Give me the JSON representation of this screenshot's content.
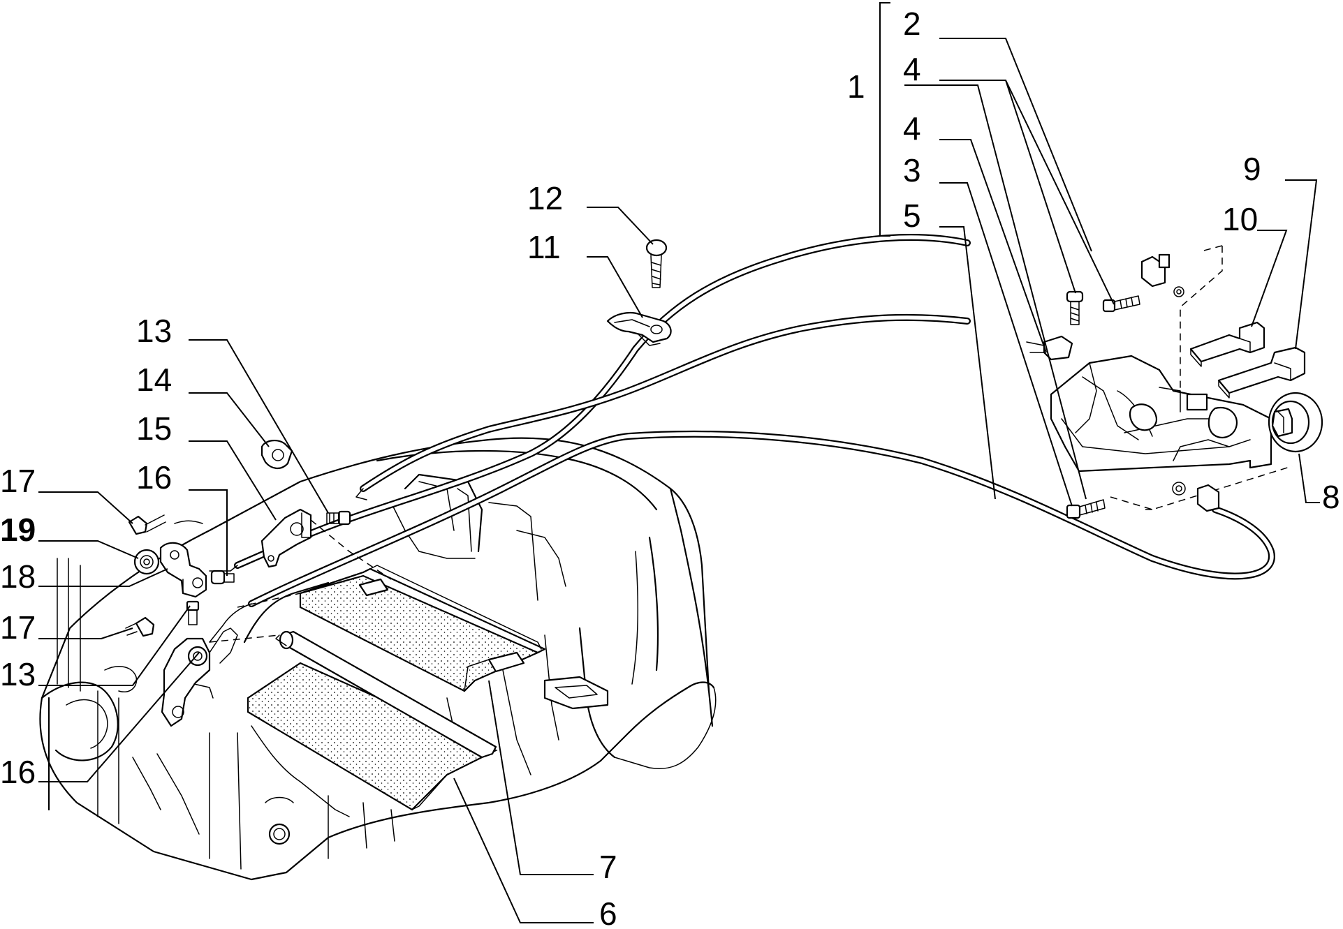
{
  "callouts": [
    {
      "id": "c2",
      "label": "2"
    },
    {
      "id": "c4a",
      "label": "4"
    },
    {
      "id": "c1",
      "label": "1"
    },
    {
      "id": "c4b",
      "label": "4"
    },
    {
      "id": "c3",
      "label": "3"
    },
    {
      "id": "c5",
      "label": "5"
    },
    {
      "id": "c9",
      "label": "9"
    },
    {
      "id": "c10",
      "label": "10"
    },
    {
      "id": "c8",
      "label": "8"
    },
    {
      "id": "c12",
      "label": "12"
    },
    {
      "id": "c11",
      "label": "11"
    },
    {
      "id": "c13a",
      "label": "13"
    },
    {
      "id": "c14",
      "label": "14"
    },
    {
      "id": "c15",
      "label": "15"
    },
    {
      "id": "c16a",
      "label": "16"
    },
    {
      "id": "c17a",
      "label": "17"
    },
    {
      "id": "c19",
      "label": "19"
    },
    {
      "id": "c18",
      "label": "18"
    },
    {
      "id": "c17b",
      "label": "17"
    },
    {
      "id": "c13b",
      "label": "13"
    },
    {
      "id": "c16b",
      "label": "16"
    },
    {
      "id": "c7",
      "label": "7"
    },
    {
      "id": "c6",
      "label": "6"
    }
  ]
}
